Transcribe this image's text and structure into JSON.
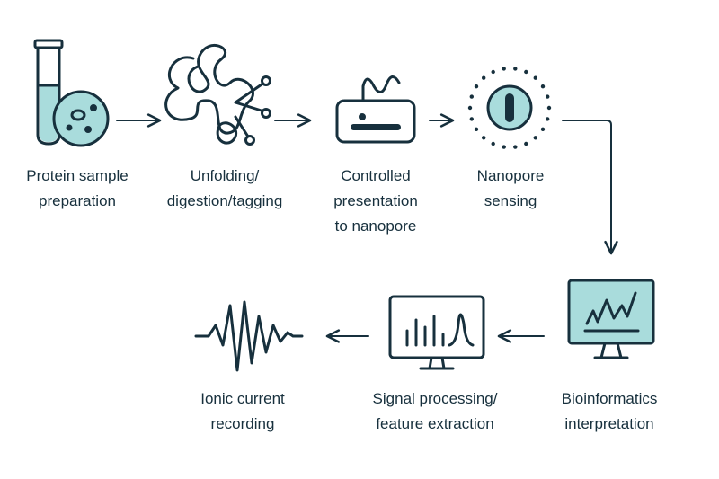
{
  "colors": {
    "stroke": "#17303d",
    "accent_fill": "#a9dcdc",
    "background": "#ffffff"
  },
  "steps": [
    {
      "id": "protein-sample-preparation",
      "icon": "test-tube-and-petri-dish-icon",
      "lines": [
        "Protein sample",
        "preparation"
      ]
    },
    {
      "id": "unfolding-digestion-tagging",
      "icon": "tangled-protein-scissors-icon",
      "lines": [
        "Unfolding/",
        "digestion/tagging"
      ]
    },
    {
      "id": "controlled-presentation",
      "icon": "chip-device-icon",
      "lines": [
        "Controlled",
        "presentation",
        "to nanopore"
      ]
    },
    {
      "id": "nanopore-sensing",
      "icon": "nanopore-icon",
      "lines": [
        "Nanopore",
        "sensing"
      ]
    },
    {
      "id": "bioinformatics-interpretation",
      "icon": "monitor-graph-icon",
      "lines": [
        "Bioinformatics",
        "interpretation"
      ]
    },
    {
      "id": "signal-processing",
      "icon": "monitor-peaks-icon",
      "lines": [
        "Signal processing/",
        "feature extraction"
      ]
    },
    {
      "id": "ionic-current-recording",
      "icon": "waveform-icon",
      "lines": [
        "Ionic current",
        "recording"
      ]
    }
  ]
}
